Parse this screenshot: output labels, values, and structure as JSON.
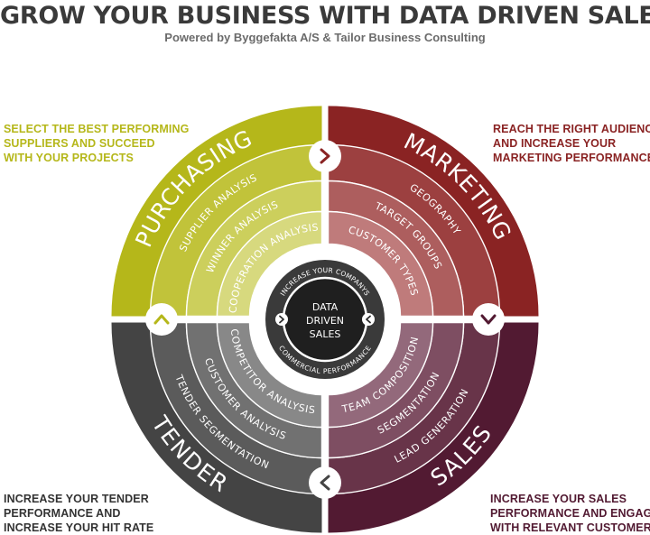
{
  "header": {
    "title": "GROW YOUR BUSINESS WITH DATA DRIVEN SALES",
    "subtitle": "Powered by Byggefakta A/S & Tailor Business Consulting"
  },
  "colors": {
    "purchasing": "#b5b71a",
    "marketing": "#8a2323",
    "tender": "#444444",
    "sales": "#521a32",
    "hub": "#333333"
  },
  "quadrants": {
    "purchasing": {
      "title": "PURCHASING",
      "rings": [
        "SUPPLIER ANALYSIS",
        "WINNER ANALYSIS",
        "COOPERATION ANALYSIS"
      ],
      "caption": [
        "SELECT THE BEST PERFORMING",
        "SUPPLIERS AND SUCCEED",
        "WITH YOUR PROJECTS"
      ]
    },
    "marketing": {
      "title": "MARKETING",
      "rings": [
        "GEOGRAPHY",
        "TARGET GROUPS",
        "CUSTOMER TYPES"
      ],
      "caption": [
        "REACH THE RIGHT AUDIENCE",
        "AND INCREASE YOUR",
        "MARKETING PERFORMANCE"
      ]
    },
    "tender": {
      "title": "TENDER",
      "rings": [
        "TENDER SEGMENTATION",
        "CUSTOMER ANALYSIS",
        "COMPETITOR ANALYSIS"
      ],
      "caption": [
        "INCREASE YOUR TENDER",
        "PERFORMANCE AND",
        "INCREASE YOUR HIT RATE"
      ]
    },
    "sales": {
      "title": "SALES",
      "rings": [
        "LEAD GENERATION",
        "SEGMENTATION",
        "TEAM COMPOSITION"
      ],
      "caption": [
        "INCREASE YOUR SALES",
        "PERFORMANCE AND ENGAGE",
        "WITH RELEVANT CUSTOMERS"
      ]
    }
  },
  "hub": {
    "top_arc": "INCREASE YOUR COMPANYS",
    "bottom_arc": "COMMERCIAL PERFORMANCE",
    "center": [
      "DATA",
      "DRIVEN",
      "SALES"
    ]
  },
  "arrows": {
    "top": "chevron-right-icon",
    "right": "chevron-down-icon",
    "bottom": "chevron-left-icon",
    "left": "chevron-up-icon"
  }
}
